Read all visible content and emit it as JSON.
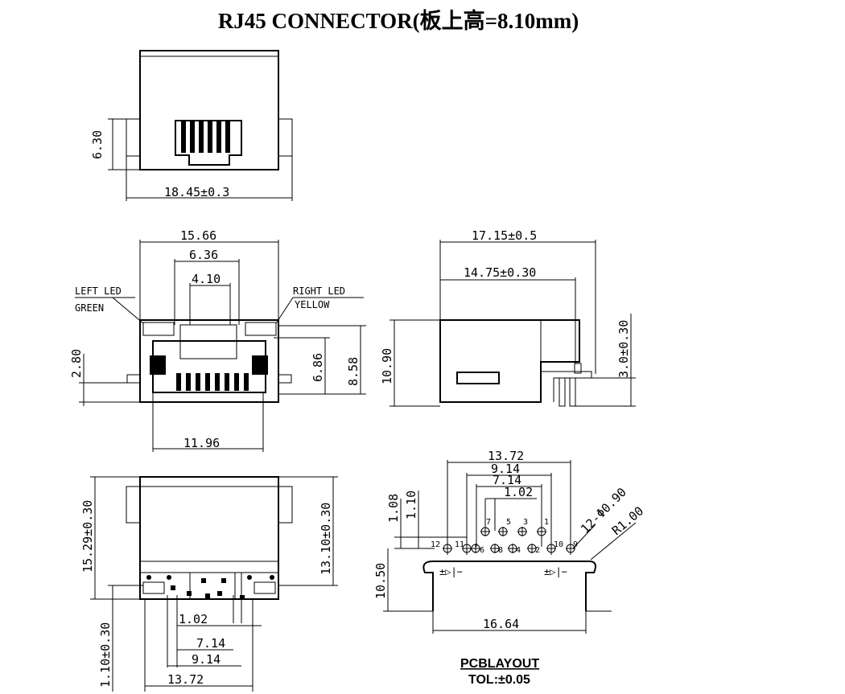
{
  "title": "RJ45 CONNECTOR(板上高=8.10mm)",
  "views": {
    "top": {
      "height": "6.30",
      "width": "18.45±0.3"
    },
    "front": {
      "width": "15.66",
      "opening": "6.36",
      "tab": "4.10",
      "left_led": "LEFT LED",
      "left_color": "GREEN",
      "right_led": "RIGHT LED",
      "right_color": "YELLOW",
      "h_left": "2.80",
      "h_mid": "6.86",
      "h_right": "8.58",
      "bottom": "11.96"
    },
    "side": {
      "length": "17.15±0.5",
      "body": "14.75±0.30",
      "height": "10.90",
      "pin": "3.0±0.30"
    },
    "bottom": {
      "height_total": "15.29±0.30",
      "height_body": "13.10±0.30",
      "stub": "1.10±0.30",
      "d1": "1.02",
      "d2": "7.14",
      "d3": "9.14",
      "d4": "13.72"
    },
    "pcb": {
      "w1": "13.72",
      "w2": "9.14",
      "w3": "7.14",
      "w4": "1.02",
      "v1": "1.08",
      "v2": "1.10",
      "hole": "12-Φ0.90",
      "radius": "R1.00",
      "height": "10.50",
      "width": "16.64",
      "pins": [
        "1",
        "2",
        "3",
        "4",
        "5",
        "6",
        "7",
        "8",
        "9",
        "10",
        "11",
        "12"
      ],
      "caption": "PCBLAYOUT",
      "tol": "TOL:±0.05"
    }
  }
}
